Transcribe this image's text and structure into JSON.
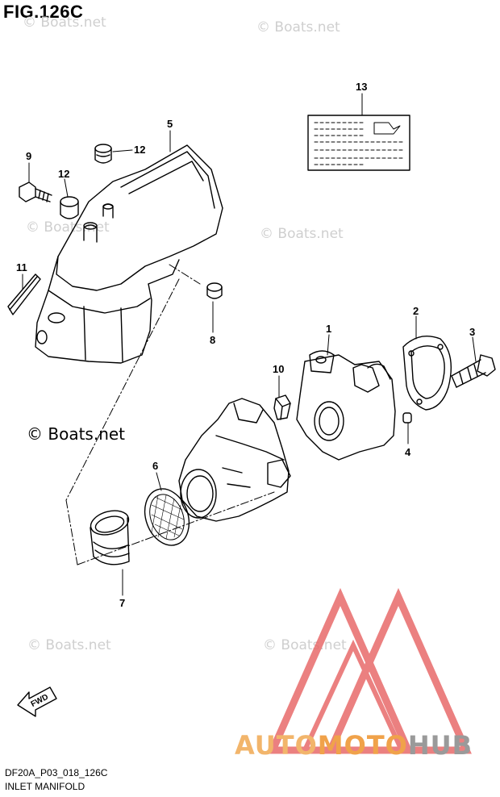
{
  "title": "FIG.126C",
  "footer": {
    "code": "DF20A_P03_018_126C",
    "name": "INLET MANIFOLD"
  },
  "watermark": "© Boats.net",
  "copyright": "© Boats.net",
  "brand": {
    "part1": "AUTO",
    "part2": "MOTO",
    "part3": "HUB"
  },
  "callouts": [
    "1",
    "2",
    "3",
    "4",
    "5",
    "6",
    "7",
    "8",
    "9",
    "10",
    "11",
    "12",
    "12",
    "13"
  ],
  "fwd_label": "FWD",
  "colors": {
    "line": "#000000",
    "brand_triangle": "#e57373",
    "brand_orange": "#f0a24a",
    "brand_gray": "#9a9a9a",
    "watermark": "#cfcfcf"
  }
}
